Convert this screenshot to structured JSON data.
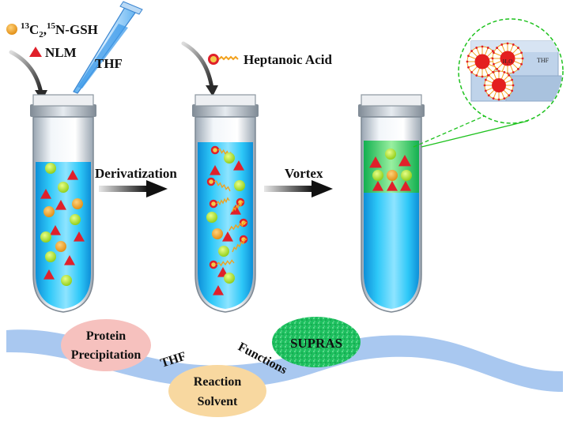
{
  "legend": {
    "gsh_superscript_13": "13",
    "gsh_c": "C",
    "gsh_subscript_2": "2",
    "gsh_comma": ",",
    "gsh_superscript_15": "15",
    "gsh_rest": "N-GSH",
    "nlm": "NLM",
    "solvent": "THF",
    "acid": "Heptanoic Acid"
  },
  "steps": {
    "step1": "Derivatization",
    "step2": "Vortex"
  },
  "inset": {
    "water_label": "H₂O",
    "phase_label": "THF"
  },
  "functions": {
    "wave_thf": "THF",
    "wave_functions": "Functions",
    "bubble_protein_line1": "Protein",
    "bubble_protein_line2": "Precipitation",
    "bubble_reaction_line1": "Reaction",
    "bubble_reaction_line2": "Solvent",
    "bubble_supras": "SUPRAS"
  },
  "colors": {
    "gsh_orange": "#F2A11D",
    "nlm_red": "#E0202A",
    "analyte_green": "#B6E61E",
    "liquid_blue": "#22B8F0",
    "supras_green": "#22C46A",
    "wave_blue": "#A9C8F0",
    "protein_pink": "#F6C1BE",
    "reaction_tan": "#F8D8A0",
    "inset_border": "#1EC21E"
  }
}
